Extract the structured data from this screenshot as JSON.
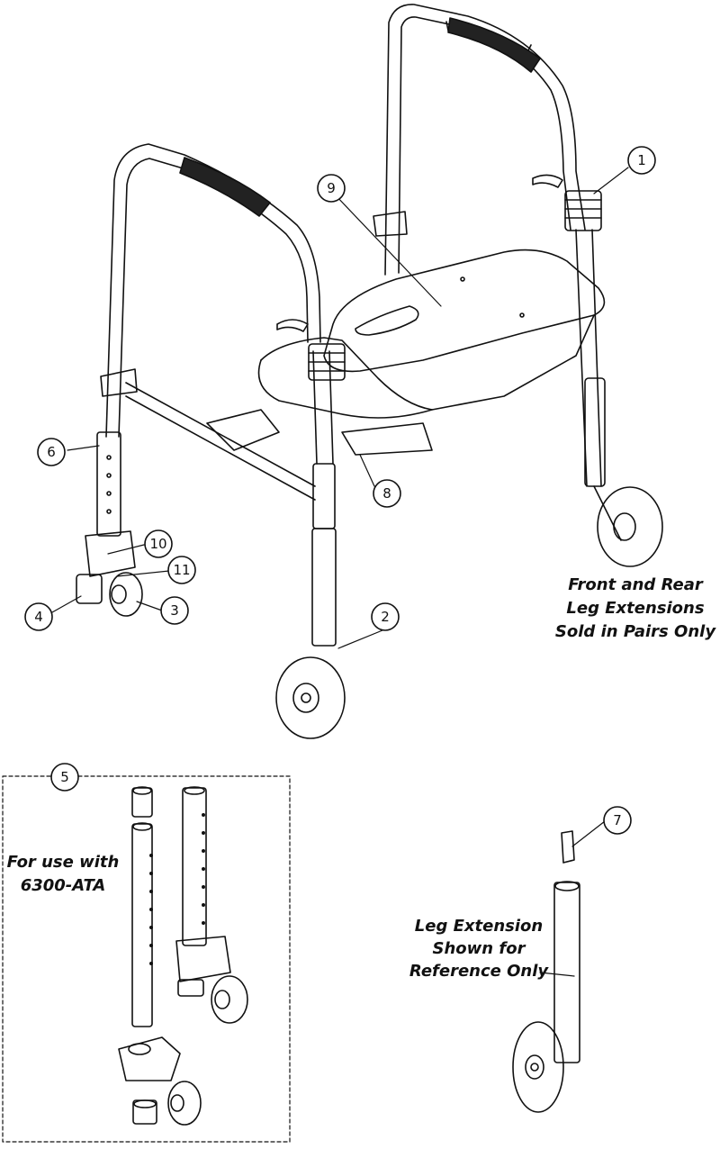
{
  "callouts": {
    "c1": "1",
    "c2": "2",
    "c3": "3",
    "c4": "4",
    "c5": "5",
    "c6": "6",
    "c7": "7",
    "c8": "8",
    "c9": "9",
    "c10": "10",
    "c11": "11"
  },
  "notes": {
    "pairs": [
      "Front and Rear",
      "Leg Extensions",
      "Sold in Pairs Only"
    ],
    "kit": [
      "For use with",
      "6300-ATA"
    ],
    "reference": [
      "Leg Extension",
      "Shown for",
      "Reference Only"
    ]
  }
}
